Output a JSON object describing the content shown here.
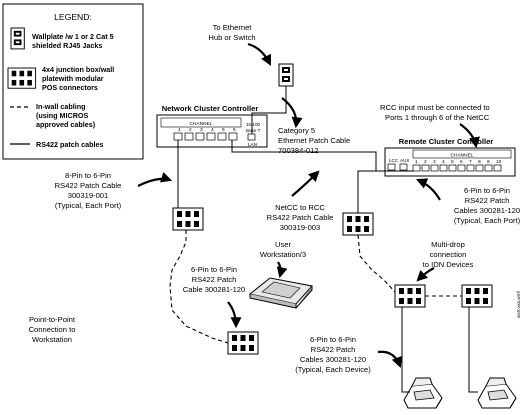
{
  "legend": {
    "title": "LEGEND:",
    "wallplate_line1": "Wallplate /w 1 or 2 Cat 5",
    "wallplate_line2": "shielded RJ45 Jacks",
    "junction_line1": "4x4 junction box/wall",
    "junction_line2": "platewith modular",
    "junction_line3": "POS connectors",
    "inwall_line1": "In-wall cabling",
    "inwall_line2": "(using MICROS",
    "inwall_line3": "approved cables)",
    "rs422_label": "RS422 patch  cables"
  },
  "labels": {
    "ethernet_line1": "To Ethernet",
    "ethernet_line2": "Hub or Switch",
    "netcc_title": "Network Cluster Controller",
    "netcc_channel": "CHANNEL",
    "netcc_port_numbers": [
      "1",
      "2",
      "3",
      "4",
      "5",
      "6"
    ],
    "netcc_side_line1": "10/100",
    "netcc_side_line2": "Base T",
    "netcc_side_line3": "LAN",
    "rcc_note_line1": "RCC input must be connected to",
    "rcc_note_line2": "Ports 1 through 6 of the NetCC",
    "rcc_title": "Remote Cluster Controller",
    "rcc_channel": "CHANNEL",
    "rcc_port_numbers": [
      "1",
      "2",
      "3",
      "4",
      "5",
      "6",
      "7",
      "8",
      "9",
      "10"
    ],
    "rcc_lcc": "LCC",
    "rcc_aux": "AUX",
    "cat5_line1": "Category 5",
    "cat5_line2": "Ethernet Patch Cable",
    "cat5_line3": "700384-012",
    "pin8_line1": "8-Pin to 6-Pin",
    "pin8_line2": "RS422 Patch Cable",
    "pin8_line3": "300319-001",
    "pin8_line4": "(Typical, Each Port)",
    "netcc_rcc_line1": "NetCC to RCC",
    "netcc_rcc_line2": "RS422 Patch Cable",
    "netcc_rcc_line3": "300319-003",
    "rcc_cables_line1": "6-Pin to 6-Pin",
    "rcc_cables_line2": "RS422 Patch",
    "rcc_cables_line3": "Cables 300281-120",
    "rcc_cables_line4": "(Typical, Each Port)",
    "user_ws_line1": "User",
    "user_ws_line2": "Workstation/3",
    "ws_cable_line1": "6-Pin to 6-Pin",
    "ws_cable_line2": "RS422 Patch",
    "ws_cable_line3": "Cable 300281-120",
    "multidrop_line1": "Multi-drop",
    "multidrop_line2": "connection",
    "multidrop_line3": "to IDN Devices",
    "p2p_line1": "Point-to-Point",
    "p2p_line2": "Connection to",
    "p2p_line3": "Workstation",
    "idn_cables_line1": "6-Pin to 6-Pin",
    "idn_cables_line2": "RS422 Patch",
    "idn_cables_line3": "Cables 300281-120",
    "idn_cables_line4": "(Typical, Each Device)",
    "figure_id": "wsS-xxx.wmf"
  }
}
